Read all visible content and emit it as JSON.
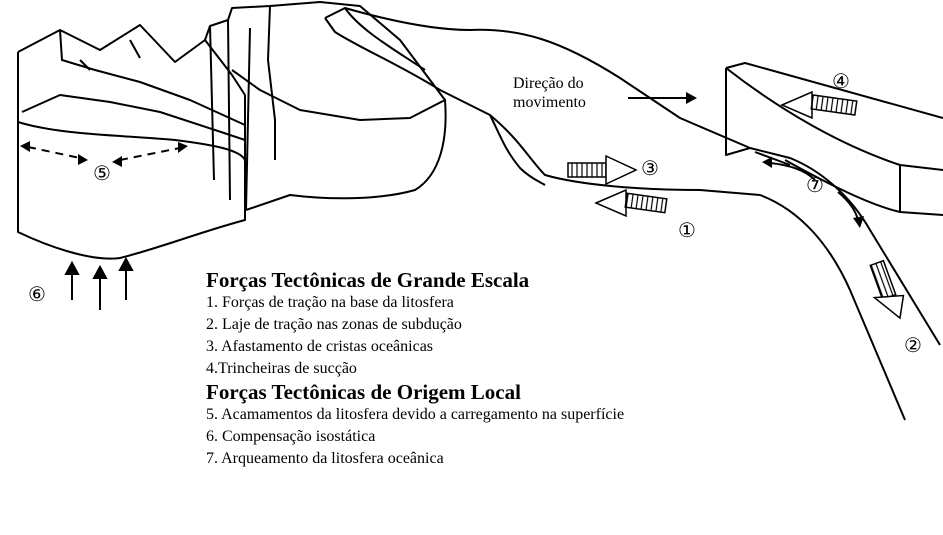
{
  "labels": {
    "movement": "Direção do\nmovimento"
  },
  "numbers": [
    "①",
    "②",
    "③",
    "④",
    "⑤",
    "⑥",
    "⑦"
  ],
  "legend": {
    "heading_large": "Forças Tectônicas de Grande Escala",
    "large_items": [
      "1. Forças de tração na base da litosfera",
      "2. Laje de tração nas zonas de subdução",
      "3. Afastamento de cristas oceânicas",
      "4.Trincheiras de sucção"
    ],
    "heading_local": "Forças Tectônicas de Origem Local",
    "local_items": [
      "5. Acamamentos da litosfera devido a carregamento na superfície",
      "6. Compensação isostática",
      "7. Arqueamento da litosfera oceânica"
    ]
  }
}
